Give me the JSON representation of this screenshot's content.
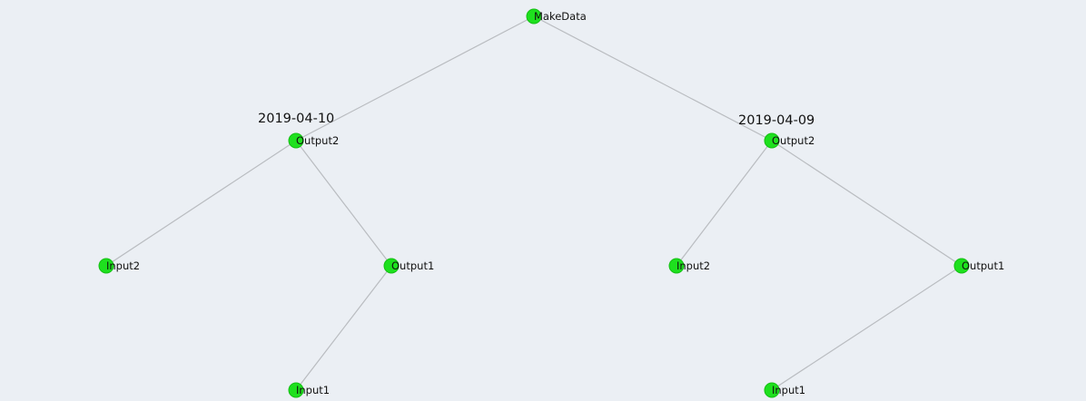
{
  "colors": {
    "background": "#ebeff4",
    "node_fill": "#1ee01e",
    "edge": "#b9bcc0",
    "text": "#111111"
  },
  "tree": {
    "root": {
      "id": "root",
      "label": "MakeData"
    },
    "nodes": [
      {
        "id": "l_out2",
        "label": "Output2",
        "date": "2019-04-10",
        "parent": "root"
      },
      {
        "id": "r_out2",
        "label": "Output2",
        "date": "2019-04-09",
        "parent": "root"
      },
      {
        "id": "l_in2",
        "label": "Input2",
        "parent": "l_out2"
      },
      {
        "id": "l_out1",
        "label": "Output1",
        "parent": "l_out2"
      },
      {
        "id": "r_in2",
        "label": "Input2",
        "parent": "r_out2"
      },
      {
        "id": "r_out1",
        "label": "Output1",
        "parent": "r_out2"
      },
      {
        "id": "l_in1",
        "label": "Input1",
        "parent": "l_out1"
      },
      {
        "id": "r_in1",
        "label": "Input1",
        "parent": "r_out1"
      }
    ]
  }
}
